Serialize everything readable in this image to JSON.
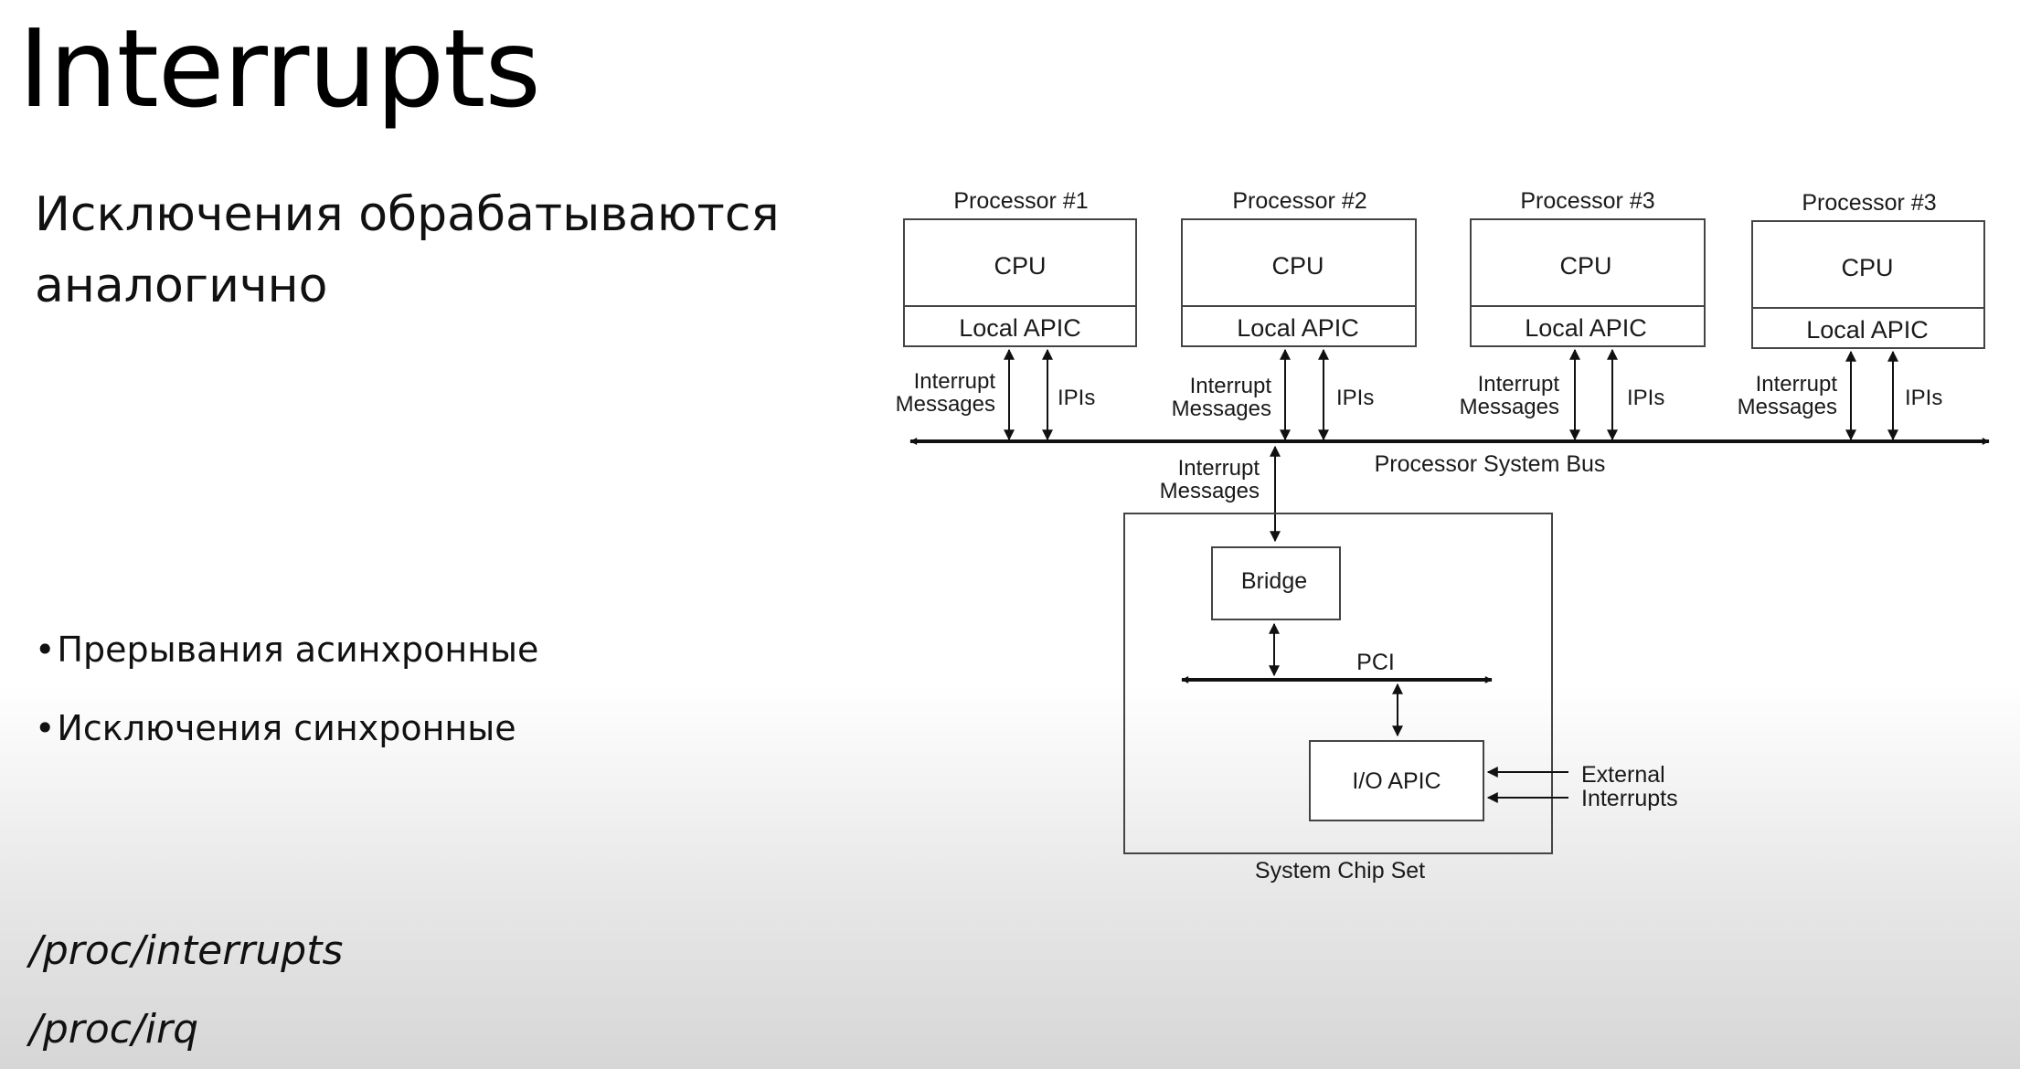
{
  "slide": {
    "title": "Interrupts",
    "subtitle": "Исключения обрабатываются аналогично",
    "bullets": [
      "Прерывания асинхронные",
      "Исключения синхронные"
    ],
    "paths": [
      "/proc/interrupts",
      "/proc/irq"
    ]
  },
  "diagram": {
    "processors": [
      {
        "title": "Processor #1",
        "cpu": "CPU",
        "apic": "Local APIC",
        "msg_line1": "Interrupt",
        "msg_line2": "Messages",
        "ipis": "IPIs"
      },
      {
        "title": "Processor #2",
        "cpu": "CPU",
        "apic": "Local APIC",
        "msg_line1": "Interrupt",
        "msg_line2": "Messages",
        "ipis": "IPIs"
      },
      {
        "title": "Processor #3",
        "cpu": "CPU",
        "apic": "Local APIC",
        "msg_line1": "Interrupt",
        "msg_line2": "Messages",
        "ipis": "IPIs"
      },
      {
        "title": "Processor #3",
        "cpu": "CPU",
        "apic": "Local APIC",
        "msg_line1": "Interrupt",
        "msg_line2": "Messages",
        "ipis": "IPIs"
      }
    ],
    "bus_label": "Processor System Bus",
    "bridge_msg_line1": "Interrupt",
    "bridge_msg_line2": "Messages",
    "bridge": "Bridge",
    "pci": "PCI",
    "io_apic": "I/O APIC",
    "external_line1": "External",
    "external_line2": "Interrupts",
    "chipset": "System Chip Set"
  }
}
